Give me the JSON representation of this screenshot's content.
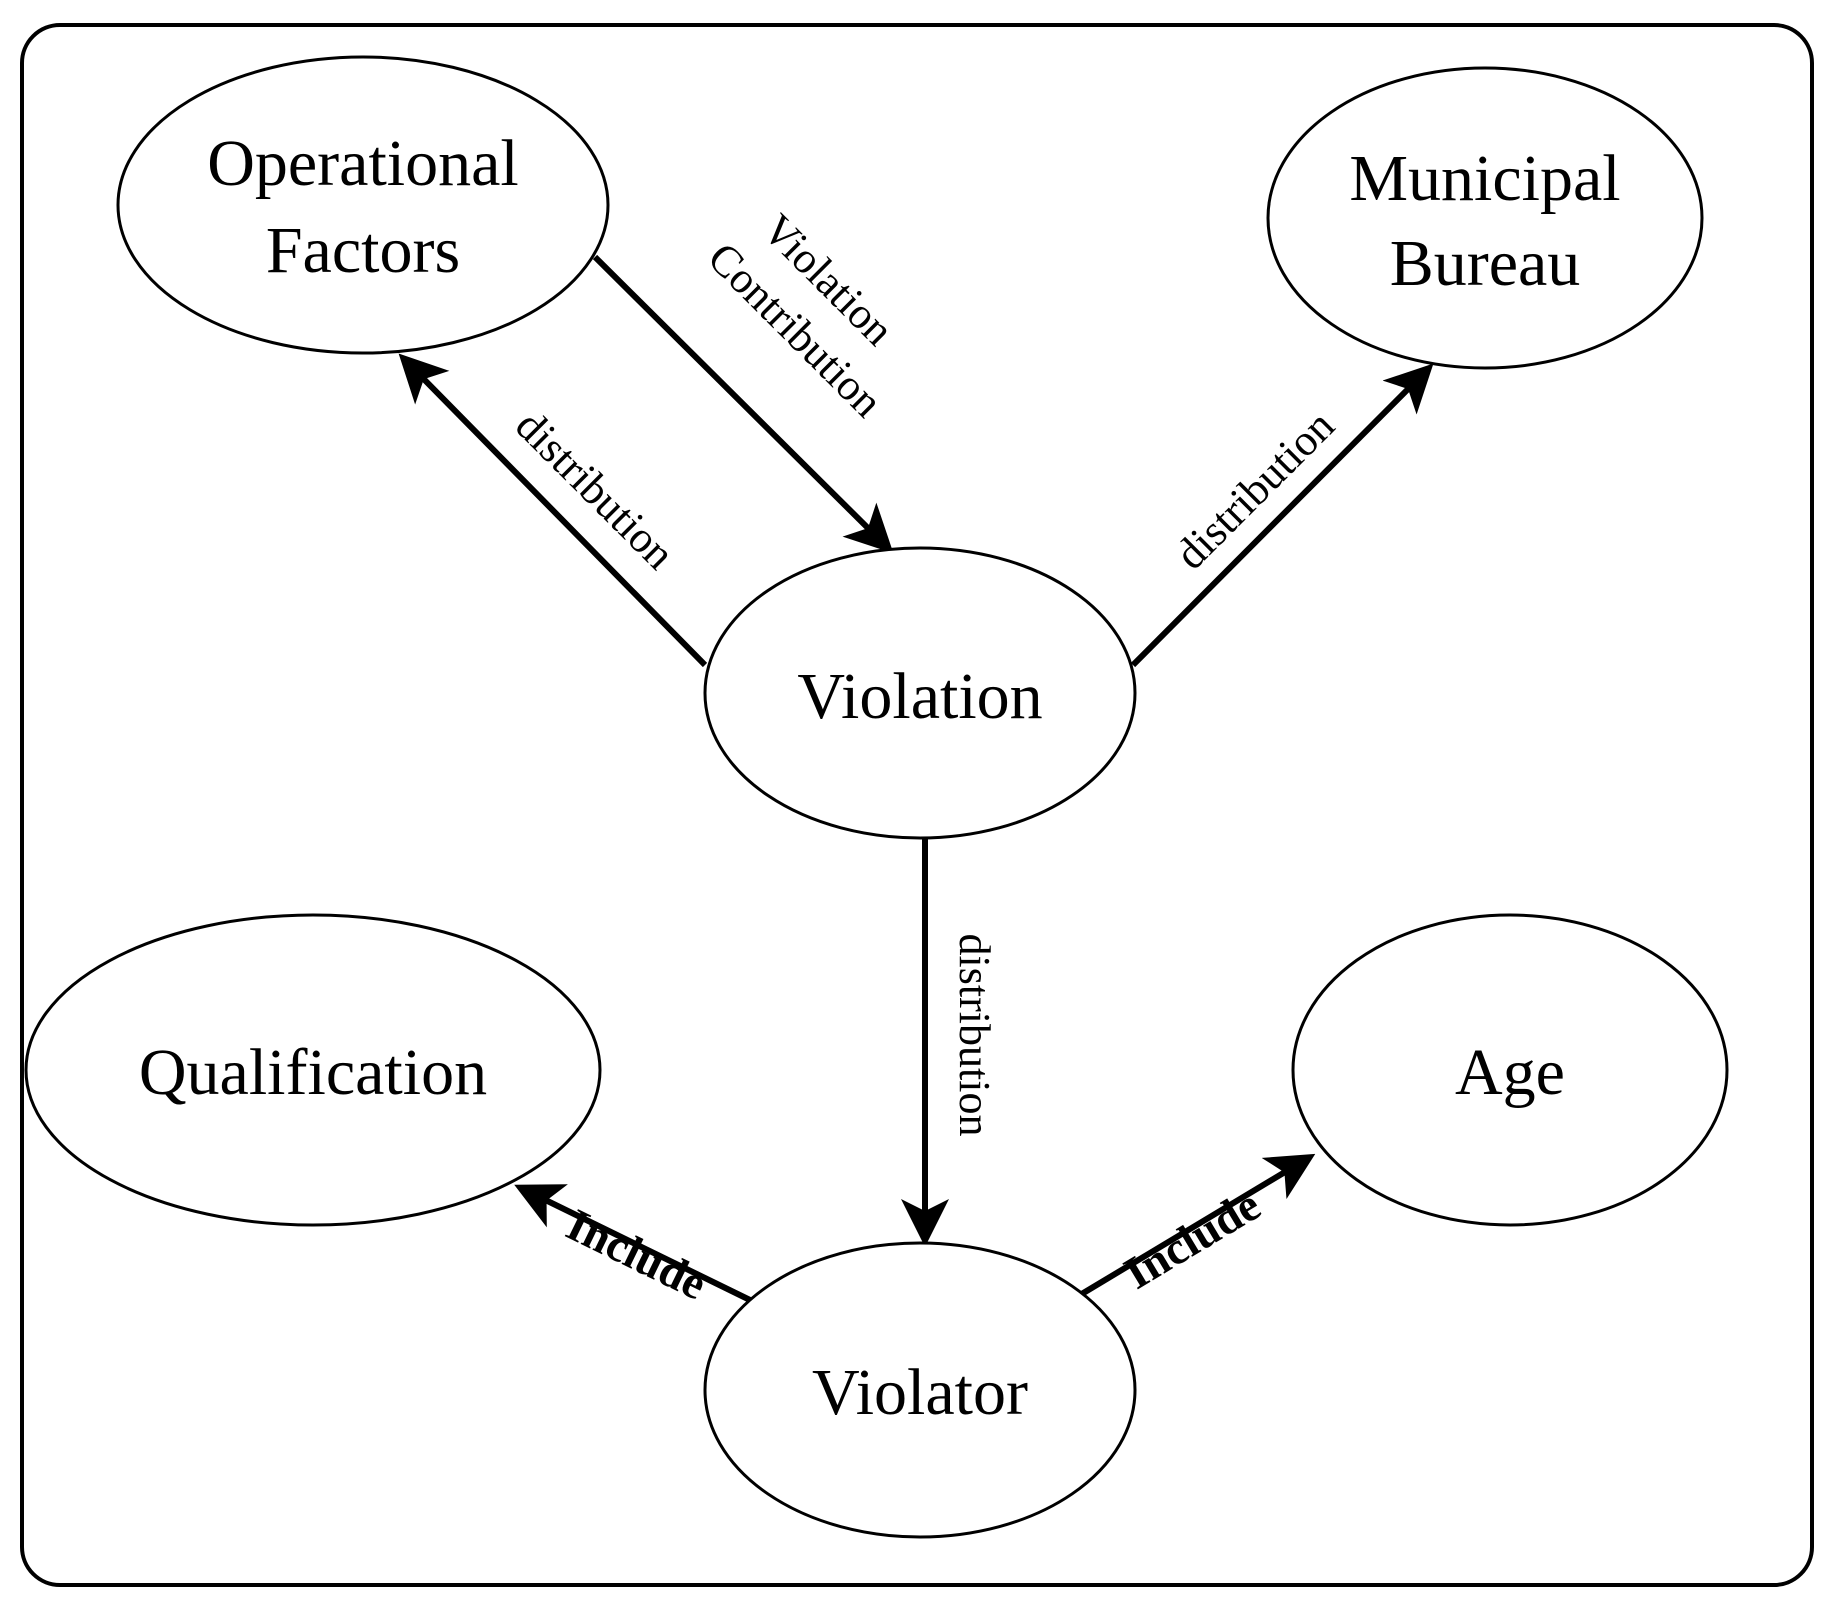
{
  "nodes": {
    "operational": {
      "line1": "Operational",
      "line2": "Factors"
    },
    "municipal": {
      "line1": "Municipal",
      "line2": "Bureau"
    },
    "violation": {
      "label": "Violation"
    },
    "qualification": {
      "label": "Qualification"
    },
    "age": {
      "label": "Age"
    },
    "violator": {
      "label": "Violator"
    }
  },
  "edges": {
    "violation_to_operational": "distribution",
    "operational_to_violation": {
      "line1": "Violation",
      "line2": "Contribution"
    },
    "violation_to_municipal": "distribution",
    "violation_to_violator": "distribution",
    "violator_to_qualification": "Include",
    "violator_to_age": "Include"
  }
}
